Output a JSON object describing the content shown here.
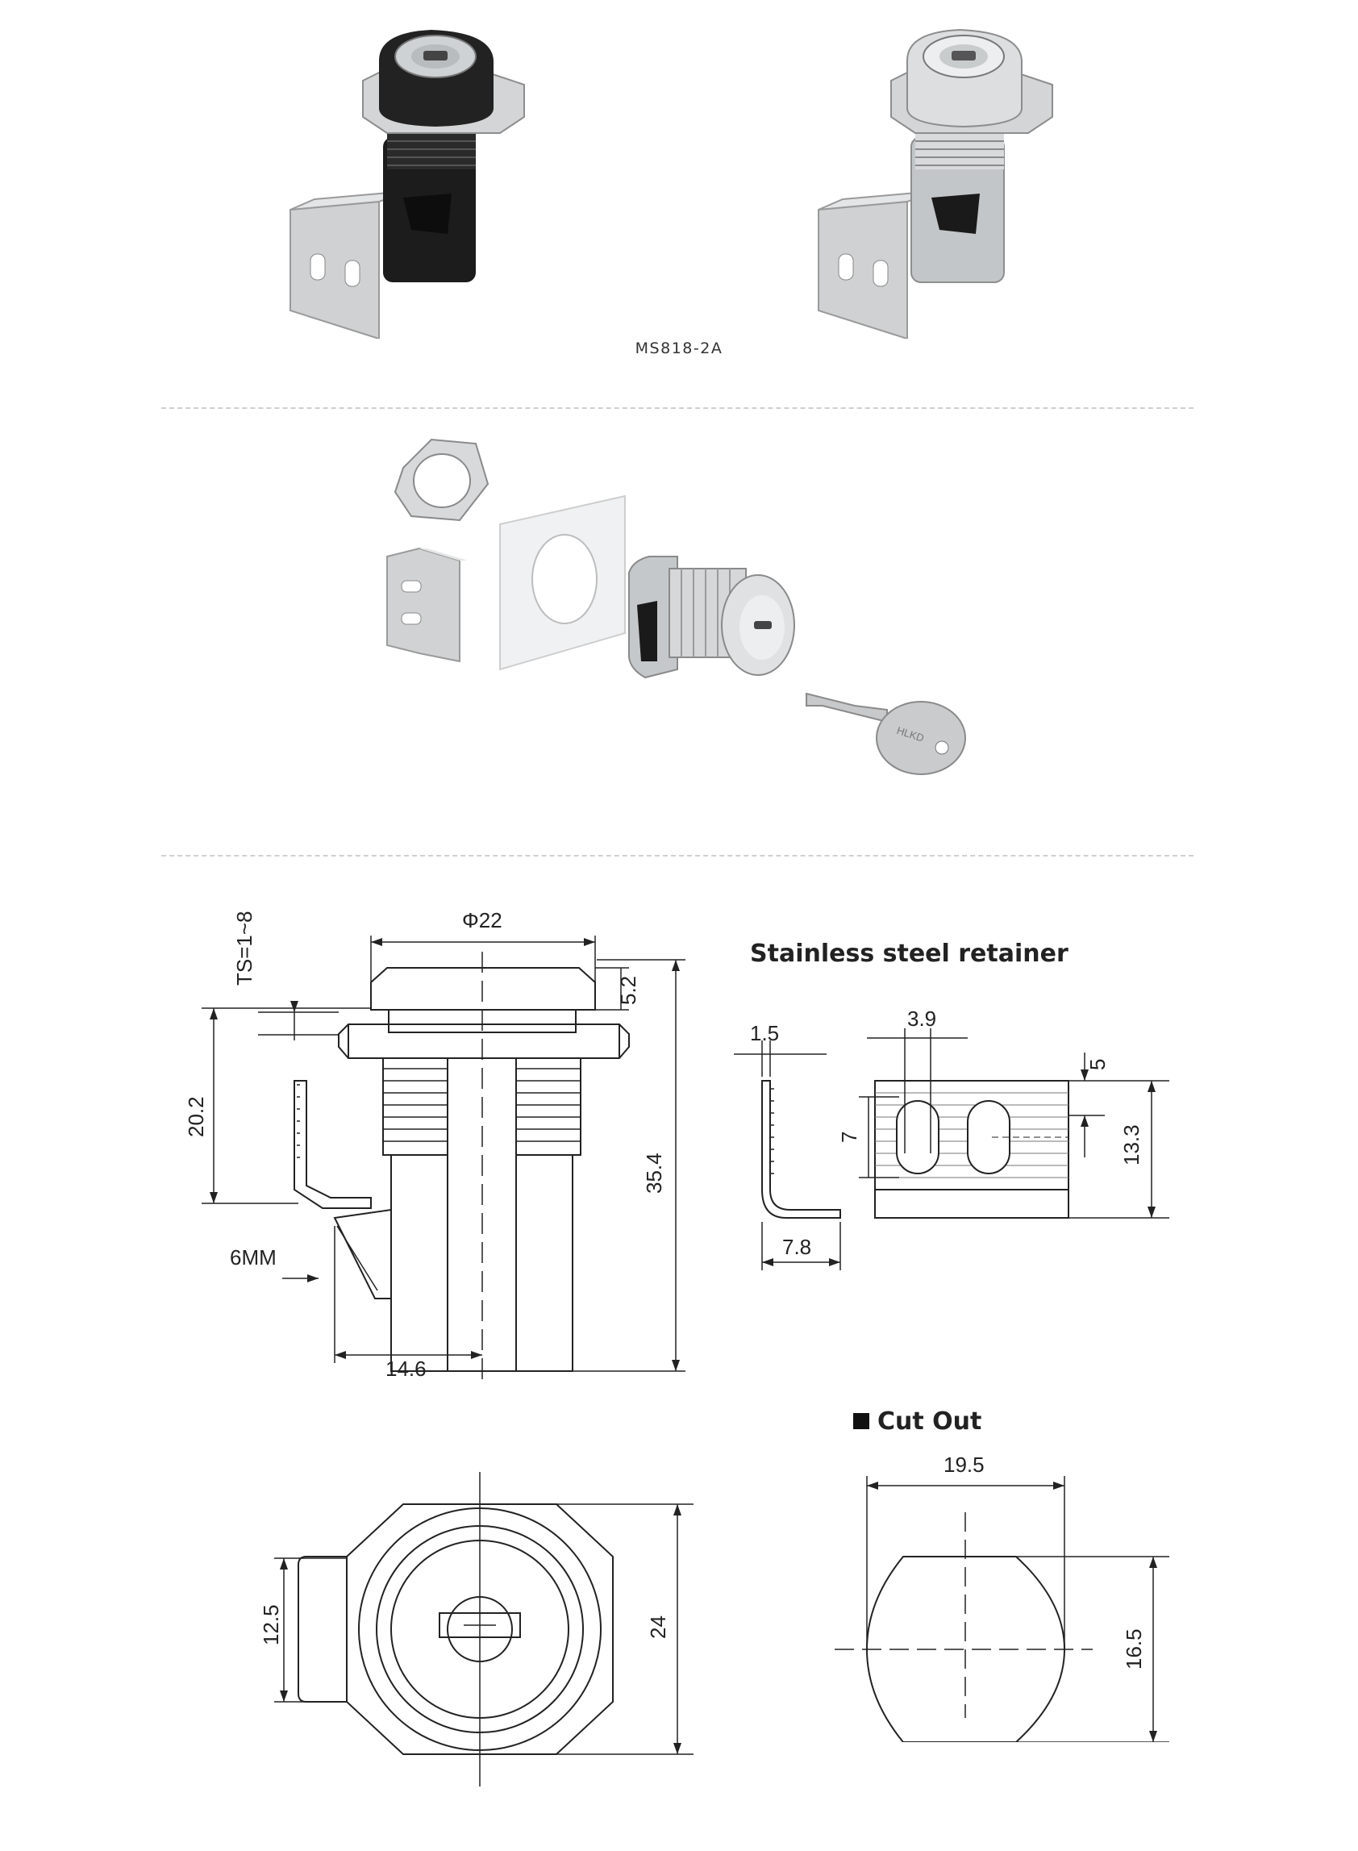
{
  "product": {
    "model": "MS818-2A",
    "key_marking": "HLKD",
    "variants": [
      {
        "finish": "black",
        "colors": {
          "body": "#1e1e1e",
          "retainer": "#c9c9c9"
        }
      },
      {
        "finish": "chrome",
        "colors": {
          "body": "#bfc3c6",
          "retainer": "#c9c9c9"
        }
      }
    ]
  },
  "exploded_view": {
    "parts": [
      "hex-nut",
      "retainer",
      "panel",
      "lock-body",
      "key"
    ]
  },
  "side_drawing": {
    "dims": {
      "diameter": "Φ22",
      "ts": "TS=1~8",
      "head_height": "5.2",
      "total_height": "35.4",
      "thread_height": "20.2",
      "cam_offset": "14.6",
      "cam_label": "6MM"
    }
  },
  "retainer_drawing": {
    "title": "Stainless steel retainer",
    "dims": {
      "thickness": "1.5",
      "slot_width": "3.9",
      "top_offset": "5",
      "slot_height": "7",
      "height": "13.3",
      "width": "7.8"
    }
  },
  "front_drawing": {
    "dims": {
      "cam_width": "12.5",
      "across_flats": "24"
    }
  },
  "cutout": {
    "title": "Cut Out",
    "dims": {
      "width": "19.5",
      "height": "16.5"
    }
  }
}
